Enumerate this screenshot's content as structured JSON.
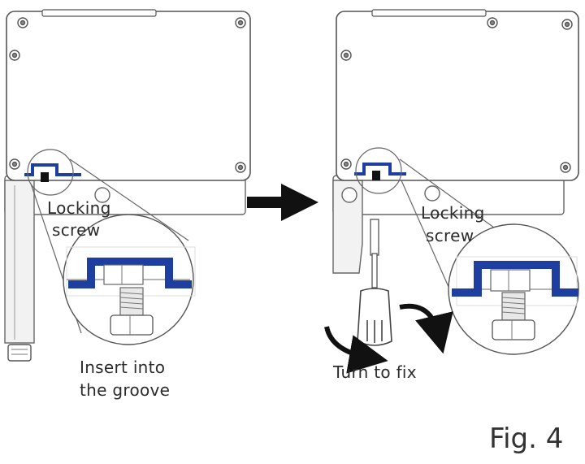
{
  "left_panel": {
    "label_locking_1": "Locking",
    "label_locking_2": "screw",
    "label_insert_1": "Insert into",
    "label_insert_2": "the groove"
  },
  "right_panel": {
    "label_locking_1": "Locking",
    "label_locking_2": "screw",
    "label_turn": "Turn to fix"
  },
  "figure_label": "Fig. 4",
  "colors": {
    "accent_blue": "#1f3fa0",
    "line": "#555555",
    "arrow": "#111111"
  },
  "icons": [
    "process-arrow-icon",
    "rotate-left-arrow-icon",
    "rotate-right-arrow-icon"
  ]
}
